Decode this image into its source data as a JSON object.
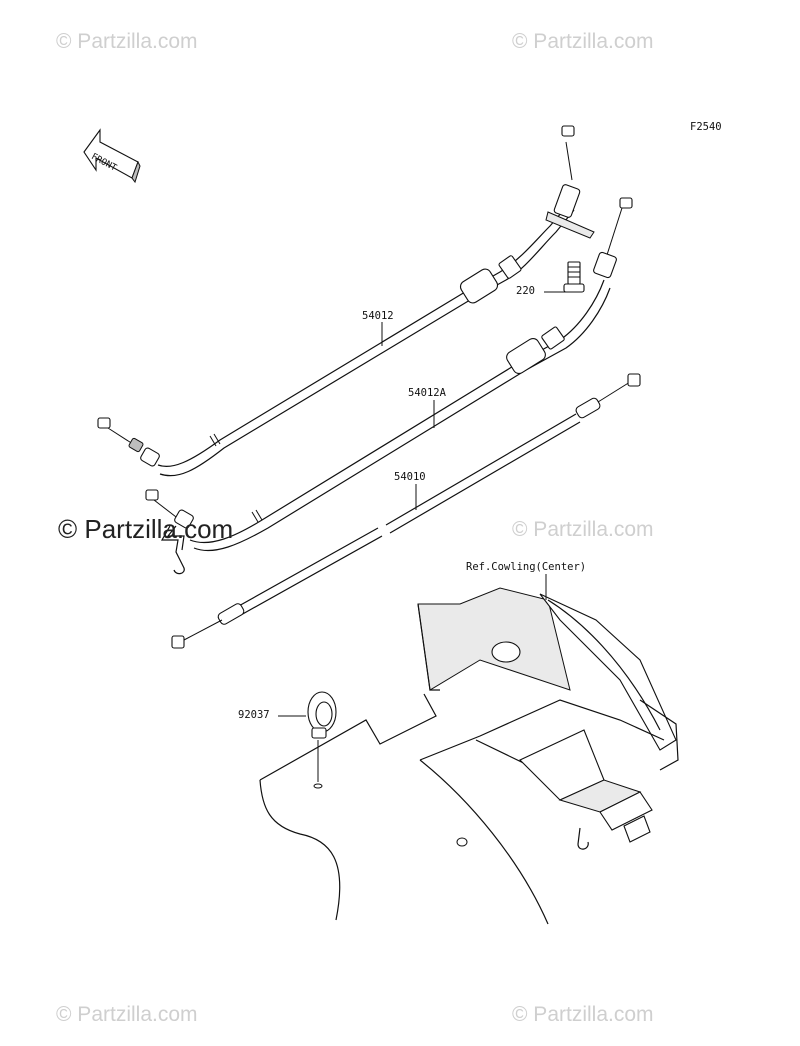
{
  "watermarks": [
    "© Partzilla.com",
    "© Partzilla.com",
    "© Partzilla.com",
    "© Partzilla.com",
    "© Partzilla.com",
    "© Partzilla.com"
  ],
  "figure_code": "F2540",
  "front_arrow_text": "FRONT",
  "reference_label": "Ref.Cowling(Center)",
  "callouts": {
    "throttle_cable": "54012",
    "throttle_cable_a": "54012A",
    "clutch_cable": "54010",
    "bolt": "220",
    "grommet": "92037"
  },
  "colors": {
    "line": "#111111",
    "watermark": "#cfcfcf",
    "shade": "#eaeaea"
  }
}
